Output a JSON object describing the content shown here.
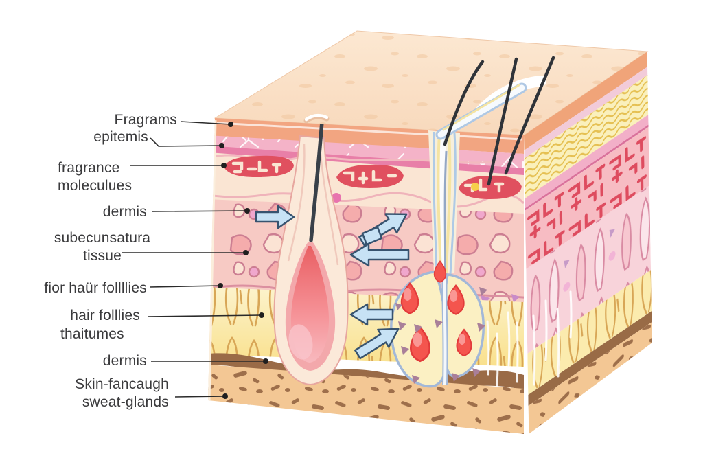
{
  "figure": {
    "kind": "anatomical illustration",
    "subject": "skin cross-section block with hair follicle, sweat gland and fragrance-absorption arrows",
    "background": "#ffffff"
  },
  "labels": [
    {
      "id": "fragrams",
      "text": "Fragrams"
    },
    {
      "id": "epitemis",
      "text": "epitemis"
    },
    {
      "id": "fragrance-moleculues",
      "line1": "fragrance",
      "line2": "moleculues"
    },
    {
      "id": "dermis-upper",
      "text": "dermis"
    },
    {
      "id": "subecunsatura-tissue",
      "line1": "subecunsatura",
      "line2": "tissue"
    },
    {
      "id": "fior-haur-follllies",
      "text": "fior haür follllies"
    },
    {
      "id": "hair-folllies",
      "text": "hair folllies"
    },
    {
      "id": "thaitumes",
      "text": "thaitumes"
    },
    {
      "id": "dermis-lower",
      "text": "dermis"
    },
    {
      "id": "skin-sweat-glands",
      "line1": "Skin-fancaugh",
      "line2": "sweat-glands"
    }
  ],
  "icons": {
    "flow_arrows": {
      "meaning": "fragrance molecules penetrating skin",
      "directions": [
        "right",
        "up-right",
        "left",
        "left",
        "up-right"
      ],
      "fill": "#c7e2f5",
      "stroke": "#37536f"
    }
  },
  "palette": {
    "skin_surface": "#fbe3cb",
    "surface_speckle": "#f1c69e",
    "stratum_band": "#f2a581",
    "epidermis_pink": "#f4b3c8",
    "epidermis_line": "#e87fa8",
    "cream_band": "#fae5d3",
    "blob_red": "#e0505f",
    "dermis_bg": "#f7cac4",
    "dermis_outline": "#cc7e92",
    "fat_yellow": "#fae18e",
    "fat_outline": "#d8a656",
    "brown_band": "#9a6b47",
    "tan_bottom": "#f3c794",
    "gland_yellow": "#fbf0c3",
    "gland_outline": "#a2b8d8",
    "lobule_red": "#f4554e",
    "triangle_mauve": "#a97f99",
    "hair": "#2f3339",
    "label_text": "#3a3a3c",
    "leader_line": "#2a2a2a"
  }
}
